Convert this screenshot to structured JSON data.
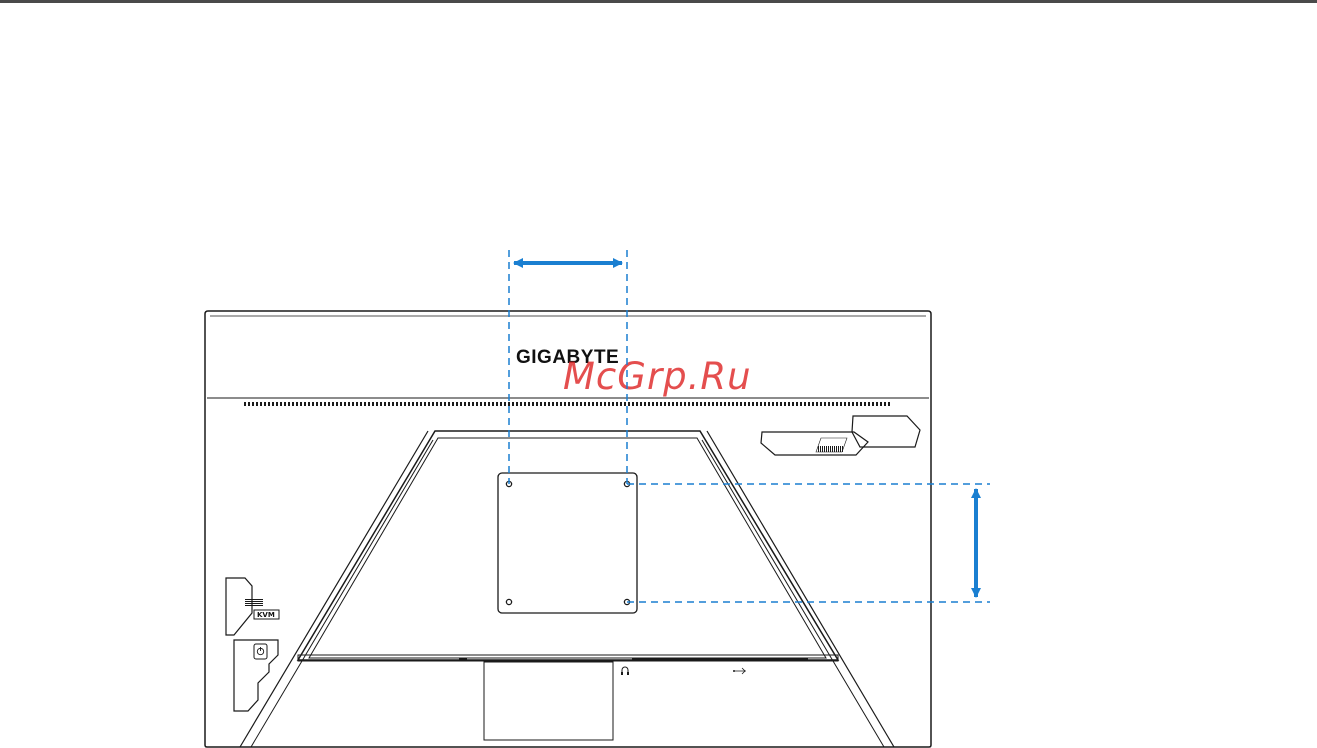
{
  "brand": {
    "logo_text": "GIGABYTE"
  },
  "watermark": {
    "text": "McGrp.Ru"
  },
  "ports": {
    "kvm_label": "KVM"
  },
  "colors": {
    "outline": "#1a1a1a",
    "dimension": "#1a7fd1",
    "top_rule": "#4a4a4a",
    "watermark": "#e03030"
  },
  "icons": {
    "power": "power-button-icon",
    "headphone": "headphone-icon",
    "usb": "usb-icon"
  }
}
